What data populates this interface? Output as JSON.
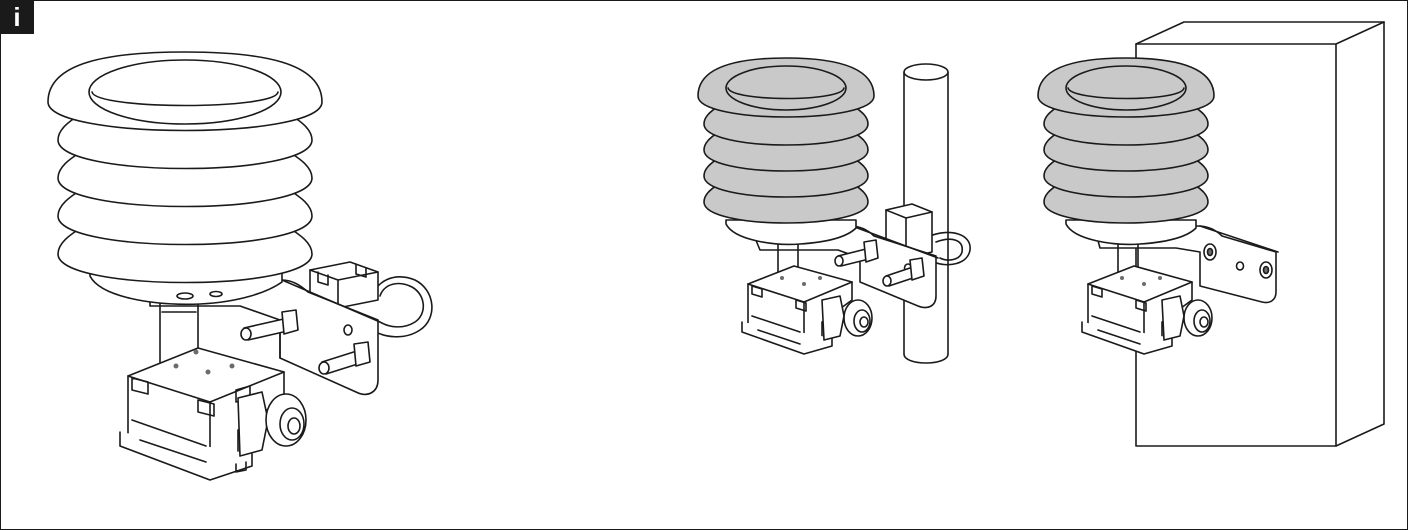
{
  "badge": {
    "label": "i"
  },
  "colors": {
    "shield_fill_large": "#ffffff",
    "shield_fill_small": "#c9c9c9",
    "line": "#1a1a1a"
  },
  "illustrations": [
    {
      "name": "sensor-with-mounting-bracket"
    },
    {
      "name": "sensor-mounted-on-pole"
    },
    {
      "name": "sensor-mounted-on-wall"
    }
  ]
}
